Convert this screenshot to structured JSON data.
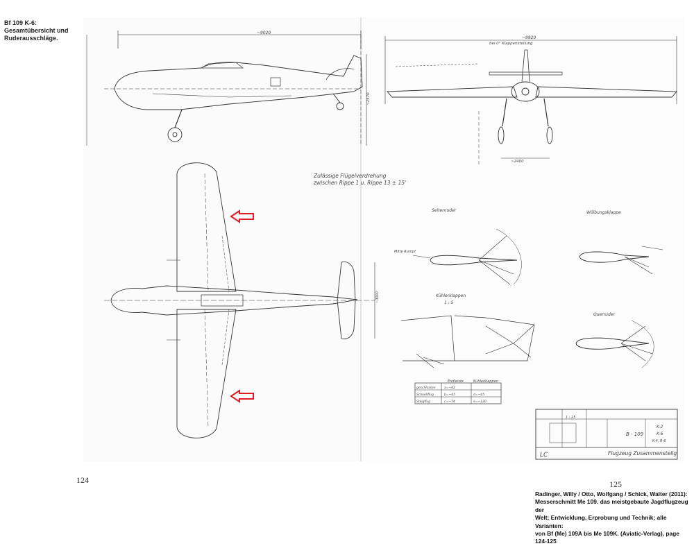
{
  "caption": {
    "line1": "Bf 109 K-6:",
    "line2": "Gesamtübersicht und",
    "line3": "Ruderausschläge."
  },
  "pages": {
    "left": "124",
    "right": "125"
  },
  "citation": {
    "line1": "Radinger, Willy / Otto, Wolfgang / Schick, Walter (2011):",
    "line2": "Messerschmitt Me 109. das meistgebaute Jagdflugzeug der",
    "line3": "Welt; Entwicklung, Erprobung und Technik; alle Varianten:",
    "line4": "von Bf (Me) 109A bis Me 109K. (Aviatic-Verlag), page 124-125"
  },
  "drawing": {
    "dim_length": "~9020",
    "dim_span": "~9920",
    "dim_height": "~2570",
    "dim_track": "~2400",
    "dim_tail_span": "~3000",
    "note_twist_1": "Zulässige Flügelverdrehung",
    "note_twist_2": "zwischen Rippe 1 u. Rippe 13 ± 15'",
    "note_flap_setting": "bei 0° Klappenstellung",
    "label_rudder": "Seitenruder",
    "label_camber_flap": "Wölbungsklappe",
    "label_radiator_flaps": "Kühlerklappen",
    "label_radiator_scale": "1 : 5",
    "label_aileron": "Querruder",
    "label_fuselage_center": "Mitte Rumpf",
    "table": {
      "col1": "Endleiste",
      "col2": "Kühlerklappen",
      "rows": [
        {
          "name": "geschlossen",
          "v1": "a=~62",
          "v2": ""
        },
        {
          "name": "Schnellflug",
          "v1": "b=~65",
          "v2": "d=~65"
        },
        {
          "name": "Steigflug",
          "v1": "c=~74",
          "v2": "e=~120"
        }
      ]
    },
    "title_block": {
      "scale": "1 : 25",
      "type": "B - 109",
      "variants_1": "K-2",
      "variants_2": "K-6",
      "variants_3": "K-4, R-6",
      "name": "Flugzeug Zusammenstellg.",
      "code": "LC"
    },
    "colors": {
      "arrow": "#e11b22",
      "line": "#333333"
    }
  }
}
